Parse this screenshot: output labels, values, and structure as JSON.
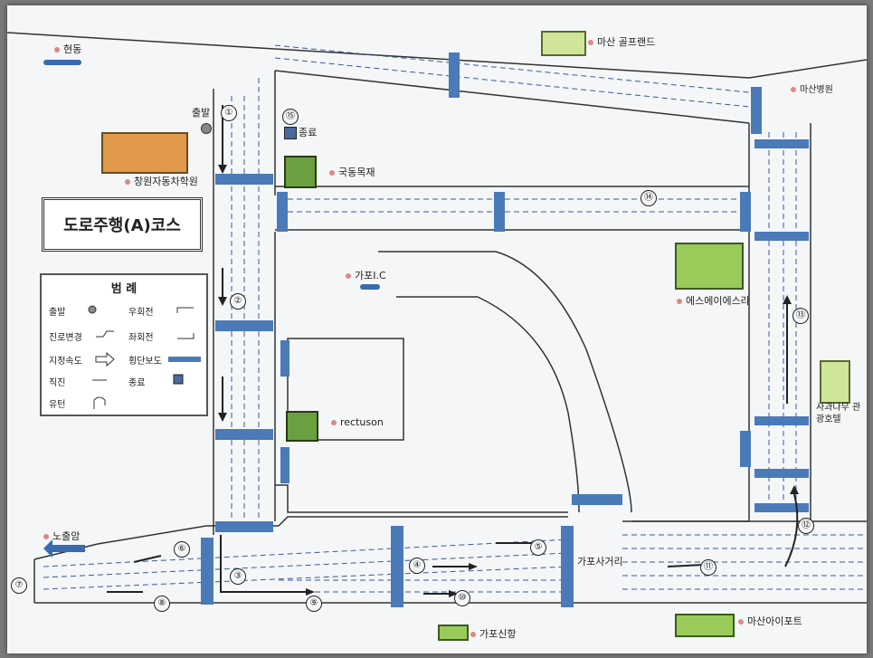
{
  "map_title": "도로주행(A)코스",
  "legend": {
    "title": "범 례",
    "items": [
      {
        "label": "출발"
      },
      {
        "label": "우회전"
      },
      {
        "label": "진로변경"
      },
      {
        "label": "좌회전"
      },
      {
        "label": "지정속도"
      },
      {
        "label": "횡단보도"
      },
      {
        "label": "직진"
      },
      {
        "label": "종료"
      },
      {
        "label": "유턴"
      }
    ]
  },
  "places": {
    "hyeondong": "현동",
    "golfland": "마산 골프랜드",
    "hospital": "마산병원",
    "start": "출발",
    "end": "종료",
    "driving_school": "창원자동차학원",
    "gukdong": "국동목재",
    "gapo_ic": "가포I.C",
    "sseia": "에스에이에스라",
    "rectuson": "rectuson",
    "apple_motel": "사과나무 관광호텔",
    "nochulam": "노출암",
    "gapo_junction": "가포사거리",
    "gapo_sinhang": "가포신항",
    "masan_port": "마산아이포트"
  },
  "checkpoints": [
    "①",
    "②",
    "③",
    "④",
    "⑤",
    "⑥",
    "⑦",
    "⑧",
    "⑨",
    "⑩",
    "⑪",
    "⑫",
    "⑬",
    "⑭",
    "⑮"
  ],
  "colors": {
    "road_line": "#3a5a9a",
    "crosswalk": "#4a7ab8",
    "outline": "#333"
  }
}
